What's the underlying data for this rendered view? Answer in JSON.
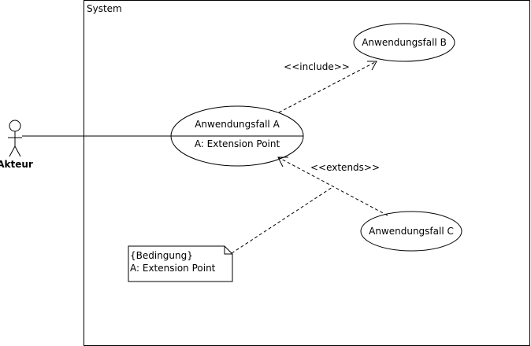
{
  "system": {
    "label": "System"
  },
  "actor": {
    "label": "Akteur"
  },
  "use_cases": {
    "a": {
      "name": "Anwendungsfall A",
      "extension_point": "A: Extension Point"
    },
    "b": {
      "name": "Anwendungsfall B"
    },
    "c": {
      "name": "Anwendungsfall C"
    }
  },
  "relations": {
    "include": "<<include>>",
    "extends": "<<extends>>"
  },
  "note": {
    "line1": "{Bedingung}",
    "line2": "A: Extension Point"
  }
}
